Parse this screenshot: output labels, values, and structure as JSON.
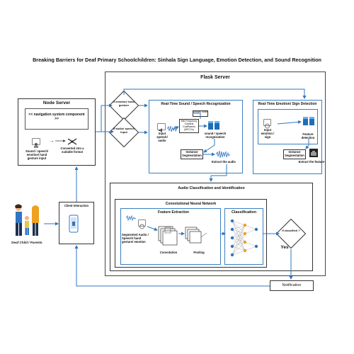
{
  "title": "Breaking Barriers for Deaf Primary Schoolchildren: Sinhala Sign Language, Emotion Detection, and Sound Recognition",
  "flask_server": {
    "title": "Flask Server"
  },
  "node_server": {
    "title": "Node Server",
    "nav_component": "<< navigation system component >>",
    "input_label": "Sound / speech/ emotion/ hand gesture input",
    "converted_label": "Converted into a suitable format"
  },
  "decisions": {
    "emotion_hand": "If emotion/ hand gesture",
    "audio_speech": "If audio/ speech input",
    "classified": "If classified ?",
    "yes_label": "Yes"
  },
  "sound_recognition": {
    "title": "Real-Time Sound / Speech Recognization",
    "input": "Input speech/ audio",
    "amplify": "Amplify noise",
    "mfcc": "Mel-Frequency Cepstral Coefficients (MFCCs)",
    "sr_label": "sound / speech recognization",
    "segmentation": "Instance Segmentation",
    "extract": "Extract the audio"
  },
  "emotion_detection": {
    "title": "Real-Time Emotion/ Sign Detection",
    "input": "Input emotion / sign",
    "feature_detection": "Feature detection",
    "segmentation": "Instance Segmentation",
    "extract": "Extract the feature"
  },
  "audio_classification": {
    "title": "Audio Classification and Identification",
    "cnn": "Convolutional  Neural Network",
    "feature_extraction": "Feature Extraction",
    "classification": "Classification",
    "segmented": "Segmented Audio / Speech/ hand gesture/ emotion",
    "convolution": "Convolution",
    "pooling": "Pooling"
  },
  "client": {
    "title": "Client Interaction"
  },
  "user": {
    "label": "Deaf Child / Parents"
  },
  "notification": {
    "label": "Notification"
  },
  "colors": {
    "accent": "#2f75c0",
    "line": "#2f75c0",
    "dark": "#333333"
  }
}
